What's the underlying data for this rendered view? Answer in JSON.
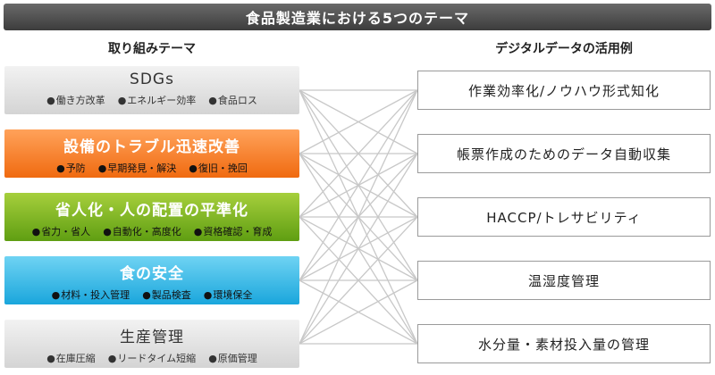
{
  "title": "食品製造業における5つのテーマ",
  "left_heading": "取り組みテーマ",
  "right_heading": "デジタルデータの活用例",
  "themes": [
    {
      "title": "SDGs",
      "items": [
        "働き方改革",
        "エネルギー効率",
        "食品ロス"
      ],
      "color": "#d4d4d4"
    },
    {
      "title": "設備のトラブル迅速改善",
      "items": [
        "予防",
        "早期発見・解決",
        "復旧・挽回"
      ],
      "color": "#f06a10"
    },
    {
      "title": "省人化・人の配置の平準化",
      "items": [
        "省力・省人",
        "自動化・高度化",
        "資格確認・育成"
      ],
      "color": "#5f9e12"
    },
    {
      "title": "食の安全",
      "items": [
        "材料・投入管理",
        "製品検査",
        "環境保全"
      ],
      "color": "#1aa6dc"
    },
    {
      "title": "生産管理",
      "items": [
        "在庫圧縮",
        "リードタイム短縮",
        "原価管理"
      ],
      "color": "#d4d4d4"
    }
  ],
  "usages": [
    "作業効率化/ノウハウ形式知化",
    "帳票作成のためのデータ自動収集",
    "HACCP/トレサビリティ",
    "温湿度管理",
    "水分量・素材投入量の管理"
  ],
  "connector_color": "#c8c8c8"
}
